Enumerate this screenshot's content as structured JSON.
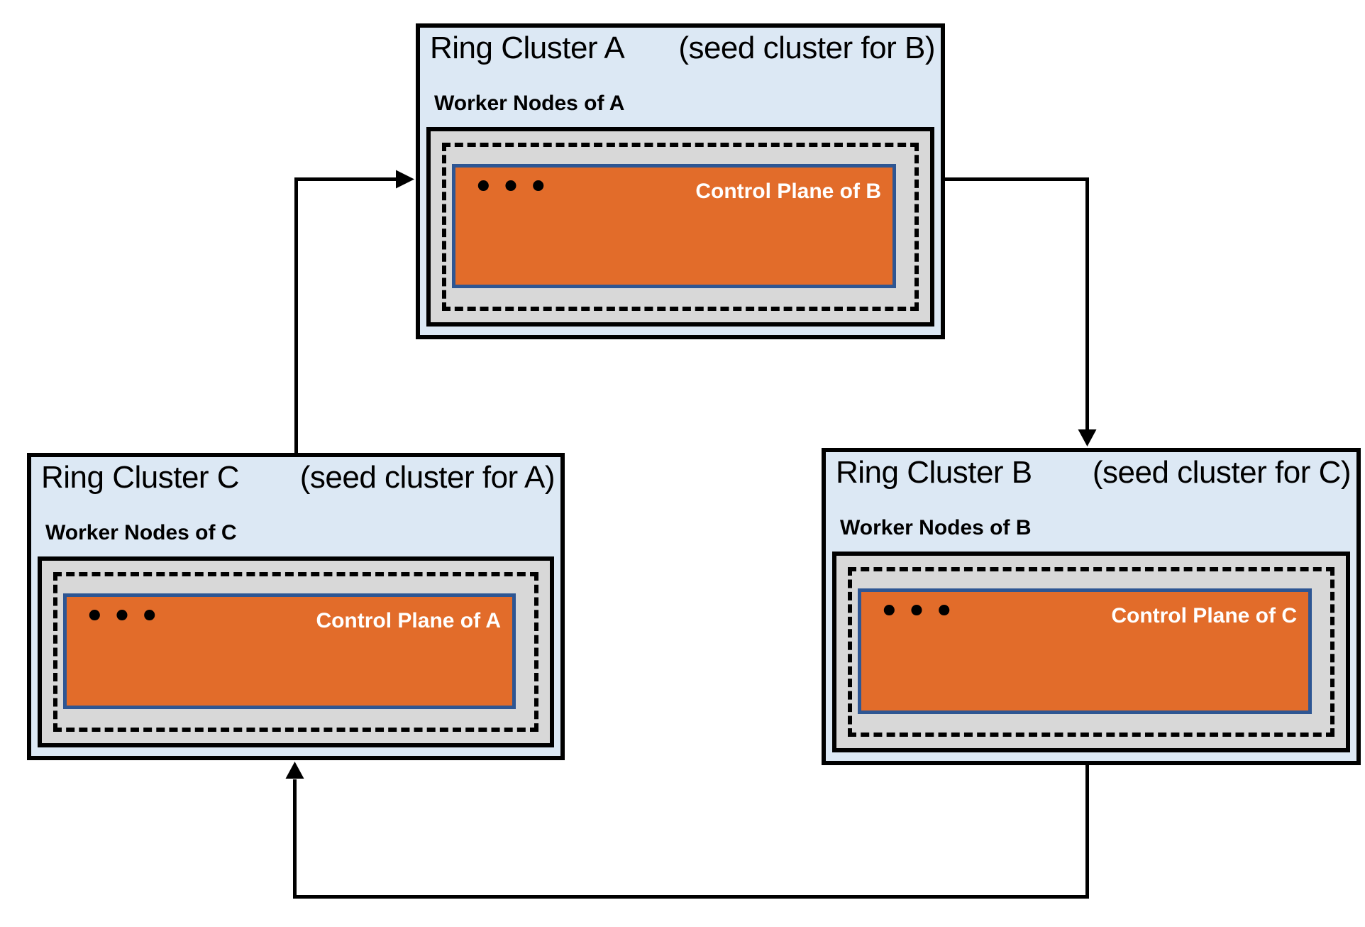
{
  "colors": {
    "cluster_bg": "#dce8f4",
    "worker_bg": "#d8d8d8",
    "control_bg": "#e26c2a",
    "control_border": "#2e5693",
    "control_text": "#ffffff",
    "line": "#000000",
    "text": "#000000"
  },
  "clusters": [
    {
      "id": "A",
      "title": "Ring Cluster A",
      "seed_note": "(seed cluster for B)",
      "worker_label": "Worker Nodes of A",
      "control_label": "Control Plane of B",
      "dots": "•••"
    },
    {
      "id": "B",
      "title": "Ring Cluster B",
      "seed_note": "(seed cluster for C)",
      "worker_label": "Worker Nodes of B",
      "control_label": "Control Plane of C",
      "dots": "•••"
    },
    {
      "id": "C",
      "title": "Ring Cluster C",
      "seed_note": "(seed cluster for A)",
      "worker_label": "Worker Nodes of C",
      "control_label": "Control Plane of A",
      "dots": "•••"
    }
  ],
  "arrows": [
    {
      "from": "Ring Cluster C",
      "to": "Ring Cluster A"
    },
    {
      "from": "Ring Cluster A",
      "to": "Ring Cluster B"
    },
    {
      "from": "Ring Cluster B",
      "to": "Ring Cluster C"
    }
  ]
}
